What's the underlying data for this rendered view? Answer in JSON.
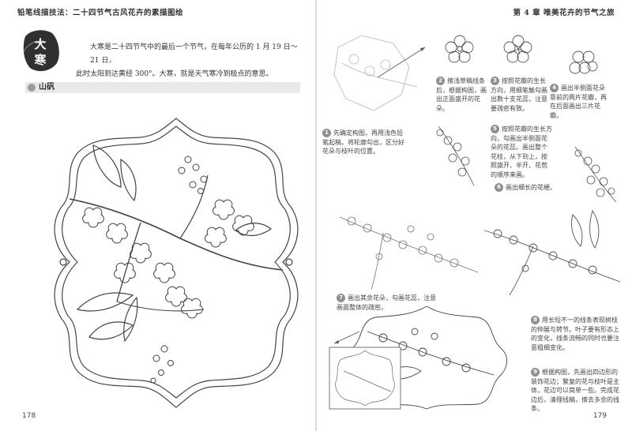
{
  "left_page": {
    "header": "铅笔线描技法：二十四节气古风花卉的素描图绘",
    "page_number": "178",
    "seal_text": "大寒",
    "intro_lines": [
      "大寒是二十四节气中的最后一个节气，在每年公历的 1 月 19 日～21 日，",
      "此时太阳到达黄经 300°。大寒，就是天气寒冷到极点的意思。"
    ],
    "section_label": "山矾"
  },
  "right_page": {
    "header": "第 4 章  唯美花卉的节气之旅",
    "page_number": "179",
    "steps": [
      {
        "num": "1",
        "text": "先确定构图，再用浅色铅笔起稿，将轮廓勾出，区分好花朵与枝叶的位置。"
      },
      {
        "num": "2",
        "text": "擦浅草稿线条后，根据构图，画出正面盛开的花朵。"
      },
      {
        "num": "3",
        "text": "按照花瓣的生长方向，用细笔触勾画出数十支花蕊，注意要疏密有致。"
      },
      {
        "num": "4",
        "text": "画出半侧面花朵靠前的两片花瓣，再在后面画出三片花瓣。"
      },
      {
        "num": "5",
        "text": "按照花瓣的生长方向，勾画出半侧面花朵的花蕊。画出整个花枝，从下到上，按照盛开、半开、花苞的顺序来画。"
      },
      {
        "num": "6",
        "text": "画出细长的花梗。"
      },
      {
        "num": "7",
        "text": "画出其余花朵，勾画花蕊，注意画面整体的疏密。"
      },
      {
        "num": "8",
        "text": "用长短不一的线条表现树枝的伸展与转节。叶子要有形态上的变化，线条流畅的同时也要注意粗细变化。"
      },
      {
        "num": "9",
        "text": "根据构图，先画出四边形的装饰花边；繁复的花与枝叶是主体，花边可以简单一些。完成花边后，清理线稿，擦去多余的线条。"
      }
    ]
  },
  "colors": {
    "paper": "#ffffff",
    "ink": "#3a3a3a",
    "section_bar": "#e9e9e9",
    "step_badge": "#8f8f8f"
  }
}
